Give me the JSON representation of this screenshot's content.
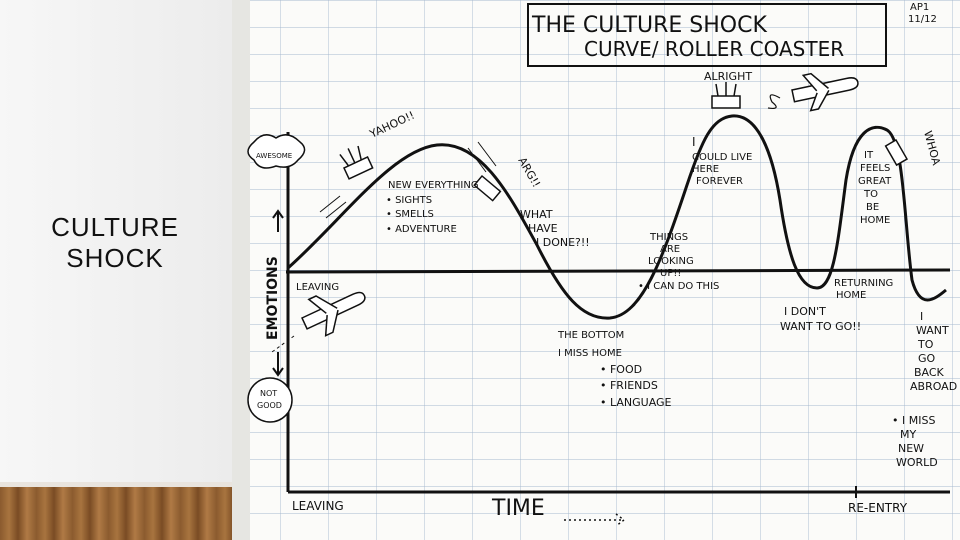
{
  "slide": {
    "title": "CULTURE\nSHOCK"
  },
  "sketch": {
    "date": "AP1\n11/12",
    "title_line1": "THE CULTURE SHOCK",
    "title_line2": "CURVE/ ROLLER COASTER",
    "y_axis_label": "EMOTIONS",
    "y_top_badge": "AWESOME",
    "y_bottom_badge": "NOT\nGOOD",
    "x_axis_label": "TIME",
    "x_leaving": "LEAVING",
    "x_reentry": "RE-ENTRY",
    "baseline_leaving": "LEAVING",
    "notes": {
      "yahoo": "YAHOO!!",
      "new_everything": "NEW EVERYTHING",
      "sights": "• SIGHTS",
      "smells": "• SMELLS",
      "adventure": "• ADVENTURE",
      "argh": "ARG!!",
      "what_have_i_done": "WHAT\nHAVE\nI DONE?!!",
      "bottom": "THE BOTTOM",
      "miss_home": "I MISS HOME",
      "food": "• FOOD",
      "friends": "• FRIENDS",
      "language": "• LANGUAGE",
      "things_looking_up": "THINGS\nARE\nLOOKING\nUP!!",
      "i_can_do_this": "• I CAN DO THIS",
      "alright": "ALRIGHT",
      "could_live_here": "I\nCOULD LIVE\nHERE\nFOREVER",
      "i_dont_want_to_go": "I DON'T\nWANT TO GO!!",
      "it_feels_great": "IT\nFEELS\nGREAT\nTO\nBE\nHOME",
      "returning_home": "RETURNING\nHOME",
      "whoa": "WHOA",
      "want_to_go_back": "I\nWANT\nTO\nGO\nBACK\nABROAD",
      "miss_new_world": "• I MISS\nMY\nNEW\nWORLD"
    }
  }
}
